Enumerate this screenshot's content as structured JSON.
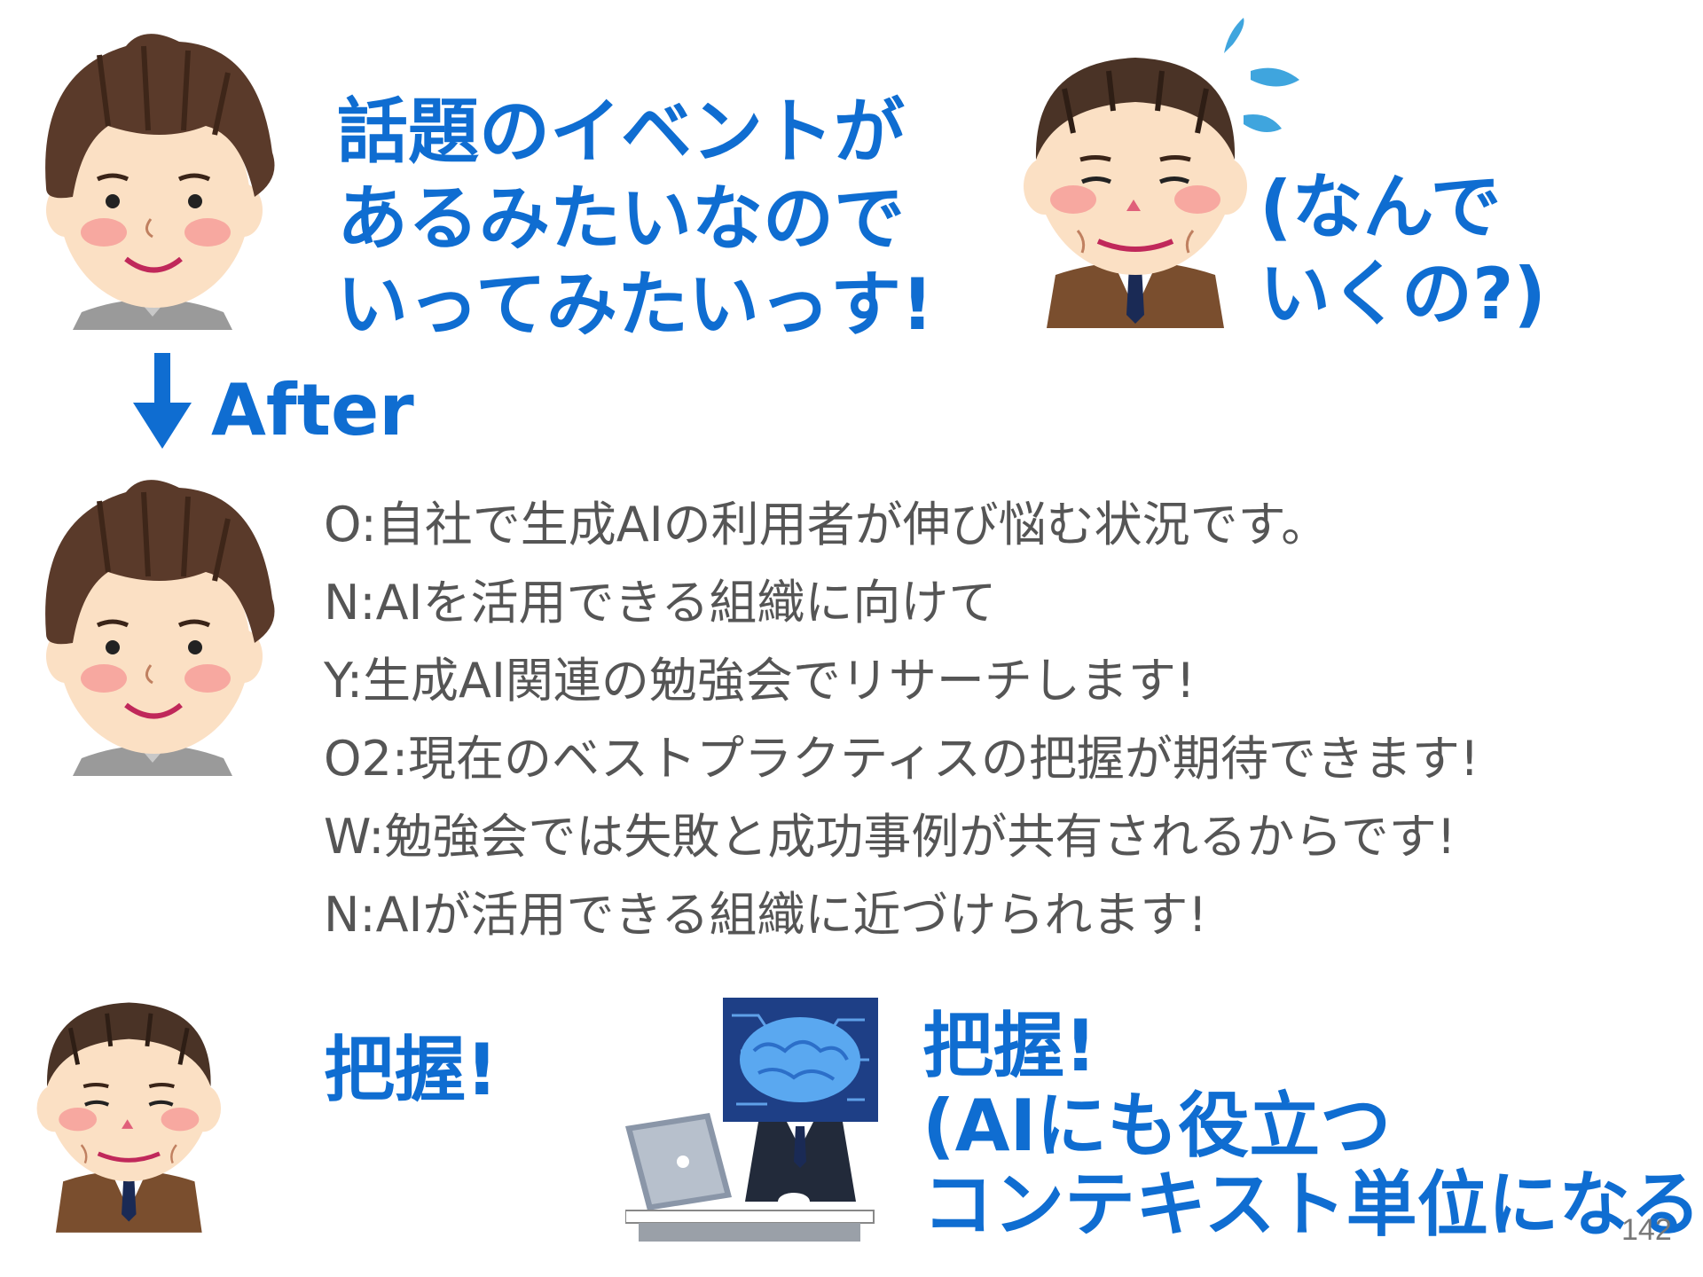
{
  "speech": {
    "young_lines": [
      "話題のイベントが",
      "あるみたいなので",
      "いってみたいっす!"
    ],
    "boss_lines": [
      "(なんで",
      "いくの?)"
    ]
  },
  "after_label": "After",
  "onywn_lines": [
    "O:自社で生成AIの利用者が伸び悩む状況です。",
    "N:AIを活用できる組織に向けて",
    "Y:生成AI関連の勉強会でリサーチします!",
    "O2:現在のベストプラクティスの把握が期待できます!",
    "W:勉強会では失敗と成功事例が共有されるからです!",
    "N:AIが活用できる組織に近づけられます!"
  ],
  "reaction": {
    "boss": "把握!",
    "ai_lines": [
      "把握!",
      "(AIにも役立つ",
      "コンテキスト単位になる)"
    ]
  },
  "page_number": "142",
  "colors": {
    "accent_blue": "#0f6dd1",
    "body_text": "#555555"
  },
  "icons": [
    "young-man-illustration",
    "older-man-sweat-illustration",
    "down-arrow-icon",
    "ai-brain-robot-illustration"
  ]
}
